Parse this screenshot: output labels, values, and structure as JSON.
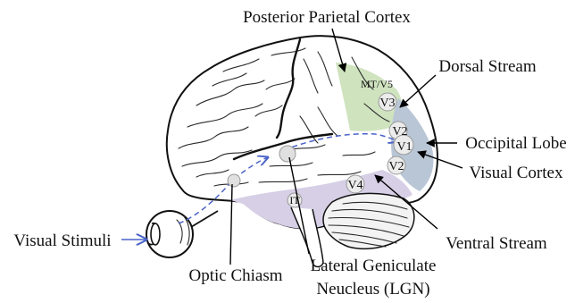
{
  "labels": {
    "posterior_parietal_cortex": "Posterior Parietal Cortex",
    "dorsal_stream": "Dorsal Stream",
    "occipital_lobe": "Occipital Lobe",
    "visual_cortex": "Visual Cortex",
    "ventral_stream": "Ventral Stream",
    "lateral_geniculate_line1": "Lateral Geniculate",
    "lateral_geniculate_line2": "Neucleus (LGN)",
    "optic_chiasm": "Optic Chiasm",
    "visual_stimuli": "Visual Stimuli"
  },
  "areas": {
    "mt_v5": "MT/V5",
    "v3": "V3",
    "v2_upper": "V2",
    "v1": "V1",
    "v2_lower": "V2",
    "v4": "V4",
    "it": "IT"
  },
  "colors": {
    "dorsal_region": "#cfe3bf",
    "ventral_region": "#d6cfe6",
    "occipital_region": "#b9c6d6",
    "visual_path": "#4a63c9",
    "node_fill": "#e8e8e8"
  }
}
